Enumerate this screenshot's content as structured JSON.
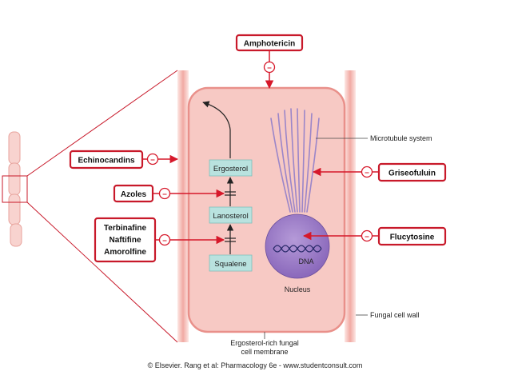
{
  "drugs": {
    "amphotericin": "Amphotericin",
    "echinocandins": "Echinocandins",
    "azoles": "Azoles",
    "allylamines": [
      "Terbinafine",
      "Naftifine",
      "Amorolfine"
    ],
    "griseofulvin": "Griseofuluin",
    "flucytosine": "Flucytosine"
  },
  "pathway": {
    "ergosterol": "Ergosterol",
    "lanosterol": "Lanosterol",
    "squalene": "Squalene"
  },
  "structures": {
    "microtubule": "Microtubule system",
    "dna": "DNA",
    "nucleus": "Nucleus",
    "cell_wall": "Fungal cell wall",
    "membrane_line1": "Ergosterol-rich fungal",
    "membrane_line2": "cell membrane"
  },
  "inhibit_symbol": "–",
  "caption": "© Elsevier. Rang et al: Pharmacology 6e - www.studentconsult.com",
  "colors": {
    "drug_border": "#c8192a",
    "arrow": "#d6182a",
    "cytoplasm": "#f7c9c4",
    "membrane": "#e9908a",
    "wall": "#f4c2bd",
    "pathway_box": "#b9e2df",
    "nucleus": "#9b7bc6"
  }
}
